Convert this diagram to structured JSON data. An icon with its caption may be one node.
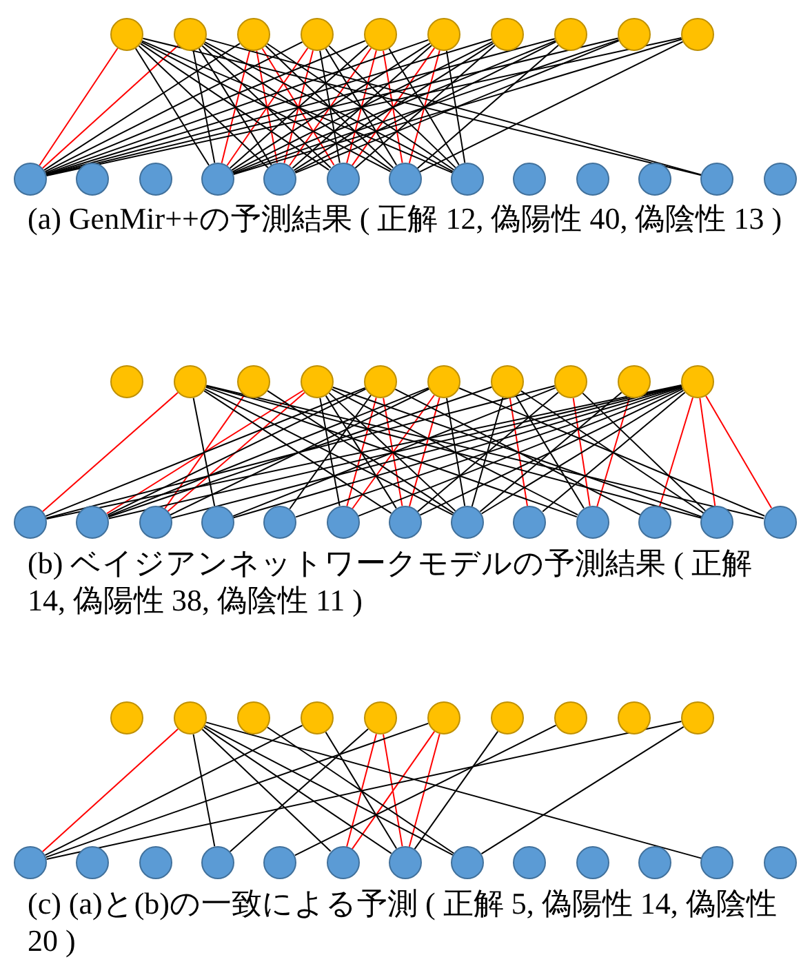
{
  "diagram": {
    "nodes": [
      {
        "text": [],
        "shape": "circle"
      },
      {
        "text": [],
        "shape": "circle"
      },
      {
        "text": [],
        "shape": "circle"
      },
      {
        "text": [],
        "shape": "circle"
      },
      {
        "text": [],
        "shape": "circle"
      },
      {
        "text": [],
        "shape": "circle"
      },
      {
        "text": [],
        "shape": "circle"
      },
      {
        "text": [],
        "shape": "circle"
      },
      {
        "text": [],
        "shape": "circle"
      },
      {
        "text": [],
        "shape": "circle"
      },
      {
        "text": [],
        "shape": "circle"
      },
      {
        "text": [],
        "shape": "circle"
      },
      {
        "text": [],
        "shape": "circle"
      },
      {
        "text": [],
        "shape": "circle"
      },
      {
        "text": [],
        "shape": "circle"
      },
      {
        "text": [],
        "shape": "circle"
      },
      {
        "text": [],
        "shape": "circle"
      },
      {
        "text": [],
        "shape": "circle"
      },
      {
        "text": [],
        "shape": "circle"
      },
      {
        "text": [],
        "shape": "circle"
      },
      {
        "text": [],
        "shape": "circle"
      },
      {
        "text": [],
        "shape": "circle"
      },
      {
        "text": [],
        "shape": "circle"
      },
      {
        "text": [],
        "shape": "circle"
      },
      {
        "text": [],
        "shape": "circle"
      },
      {
        "text": [],
        "shape": "circle"
      },
      {
        "text": [],
        "shape": "circle"
      },
      {
        "text": [],
        "shape": "circle"
      },
      {
        "text": [],
        "shape": "circle"
      },
      {
        "text": [],
        "shape": "circle"
      },
      {
        "text": [],
        "shape": "circle"
      },
      {
        "text": [],
        "shape": "circle"
      },
      {
        "text": [],
        "shape": "circle"
      },
      {
        "text": [],
        "shape": "circle"
      },
      {
        "text": [],
        "shape": "circle"
      },
      {
        "text": [],
        "shape": "circle"
      },
      {
        "text": [],
        "shape": "circle"
      },
      {
        "text": [],
        "shape": "circle"
      },
      {
        "text": [],
        "shape": "circle"
      },
      {
        "text": [],
        "shape": "circle"
      },
      {
        "text": [],
        "shape": "circle"
      },
      {
        "text": [],
        "shape": "circle"
      },
      {
        "text": [],
        "shape": "circle"
      },
      {
        "text": [],
        "shape": "circle"
      },
      {
        "text": [],
        "shape": "circle"
      },
      {
        "text": [],
        "shape": "circle"
      },
      {
        "text": [],
        "shape": "circle"
      },
      {
        "text": [],
        "shape": "circle"
      },
      {
        "text": [],
        "shape": "circle"
      },
      {
        "text": [],
        "shape": "circle"
      },
      {
        "text": [],
        "shape": "circle"
      },
      {
        "text": [],
        "shape": "circle"
      },
      {
        "text": [],
        "shape": "circle"
      },
      {
        "text": [],
        "shape": "circle"
      },
      {
        "text": [],
        "shape": "circle"
      },
      {
        "text": [],
        "shape": "circle"
      },
      {
        "text": [],
        "shape": "circle"
      },
      {
        "text": [],
        "shape": "circle"
      },
      {
        "text": [],
        "shape": "circle"
      },
      {
        "text": [],
        "shape": "circle"
      },
      {
        "text": [],
        "shape": "circle"
      },
      {
        "text": [],
        "shape": "circle"
      },
      {
        "text": [],
        "shape": "circle"
      },
      {
        "text": [],
        "shape": "circle"
      },
      {
        "text": [],
        "shape": "circle"
      },
      {
        "text": [],
        "shape": "circle"
      },
      {
        "text": [],
        "shape": "circle"
      },
      {
        "text": [],
        "shape": "circle"
      },
      {
        "text": [],
        "shape": "circle"
      }
    ],
    "edges": [
      {
        "from": 0,
        "to": 10,
        "arrow": "none",
        "color": "#ff0000"
      },
      {
        "from": 1,
        "to": 10,
        "arrow": "none",
        "color": "#ff0000"
      },
      {
        "from": 2,
        "to": 13,
        "arrow": "none",
        "color": "#ff0000"
      },
      {
        "from": 2,
        "to": 14,
        "arrow": "none",
        "color": "#ff0000"
      },
      {
        "from": 2,
        "to": 15,
        "arrow": "none",
        "color": "#ff0000"
      },
      {
        "from": 3,
        "to": 13,
        "arrow": "none",
        "color": "#ff0000"
      },
      {
        "from": 3,
        "to": 14,
        "arrow": "none",
        "color": "#ff0000"
      },
      {
        "from": 4,
        "to": 14,
        "arrow": "none",
        "color": "#ff0000"
      },
      {
        "from": 4,
        "to": 16,
        "arrow": "none",
        "color": "#ff0000"
      },
      {
        "from": 5,
        "to": 15,
        "arrow": "none",
        "color": "#ff0000"
      },
      {
        "from": 5,
        "to": 16,
        "arrow": "none",
        "color": "#ff0000"
      },
      {
        "from": 4,
        "to": 15,
        "arrow": "none",
        "color": "#ff0000"
      },
      {
        "from": 0,
        "to": 13,
        "arrow": "none"
      },
      {
        "from": 0,
        "to": 14,
        "arrow": "none"
      },
      {
        "from": 0,
        "to": 15,
        "arrow": "none"
      },
      {
        "from": 0,
        "to": 16,
        "arrow": "none"
      },
      {
        "from": 0,
        "to": 17,
        "arrow": "none"
      },
      {
        "from": 0,
        "to": 21,
        "arrow": "none"
      },
      {
        "from": 1,
        "to": 13,
        "arrow": "none"
      },
      {
        "from": 1,
        "to": 14,
        "arrow": "none"
      },
      {
        "from": 1,
        "to": 15,
        "arrow": "none"
      },
      {
        "from": 1,
        "to": 16,
        "arrow": "none"
      },
      {
        "from": 1,
        "to": 17,
        "arrow": "none"
      },
      {
        "from": 1,
        "to": 21,
        "arrow": "none"
      },
      {
        "from": 2,
        "to": 10,
        "arrow": "none"
      },
      {
        "from": 2,
        "to": 16,
        "arrow": "none"
      },
      {
        "from": 2,
        "to": 17,
        "arrow": "none"
      },
      {
        "from": 3,
        "to": 10,
        "arrow": "none"
      },
      {
        "from": 3,
        "to": 15,
        "arrow": "none"
      },
      {
        "from": 3,
        "to": 16,
        "arrow": "none"
      },
      {
        "from": 3,
        "to": 17,
        "arrow": "none"
      },
      {
        "from": 4,
        "to": 10,
        "arrow": "none"
      },
      {
        "from": 4,
        "to": 13,
        "arrow": "none"
      },
      {
        "from": 4,
        "to": 17,
        "arrow": "none"
      },
      {
        "from": 5,
        "to": 10,
        "arrow": "none"
      },
      {
        "from": 5,
        "to": 13,
        "arrow": "none"
      },
      {
        "from": 5,
        "to": 14,
        "arrow": "none"
      },
      {
        "from": 5,
        "to": 17,
        "arrow": "none"
      },
      {
        "from": 6,
        "to": 10,
        "arrow": "none"
      },
      {
        "from": 6,
        "to": 13,
        "arrow": "none"
      },
      {
        "from": 6,
        "to": 14,
        "arrow": "none"
      },
      {
        "from": 6,
        "to": 15,
        "arrow": "none"
      },
      {
        "from": 7,
        "to": 10,
        "arrow": "none"
      },
      {
        "from": 7,
        "to": 13,
        "arrow": "none"
      },
      {
        "from": 7,
        "to": 14,
        "arrow": "none"
      },
      {
        "from": 7,
        "to": 16,
        "arrow": "none"
      },
      {
        "from": 8,
        "to": 10,
        "arrow": "none"
      },
      {
        "from": 8,
        "to": 13,
        "arrow": "none"
      },
      {
        "from": 8,
        "to": 14,
        "arrow": "none"
      },
      {
        "from": 9,
        "to": 10,
        "arrow": "none"
      },
      {
        "from": 9,
        "to": 13,
        "arrow": "none"
      },
      {
        "from": 9,
        "to": 16,
        "arrow": "none"
      },
      {
        "from": 24,
        "to": 33,
        "arrow": "none",
        "color": "#ff0000"
      },
      {
        "from": 25,
        "to": 35,
        "arrow": "none",
        "color": "#ff0000"
      },
      {
        "from": 26,
        "to": 34,
        "arrow": "none",
        "color": "#ff0000"
      },
      {
        "from": 26,
        "to": 35,
        "arrow": "none",
        "color": "#ff0000"
      },
      {
        "from": 27,
        "to": 38,
        "arrow": "none",
        "color": "#ff0000"
      },
      {
        "from": 27,
        "to": 39,
        "arrow": "none",
        "color": "#ff0000"
      },
      {
        "from": 28,
        "to": 38,
        "arrow": "none",
        "color": "#ff0000"
      },
      {
        "from": 28,
        "to": 39,
        "arrow": "none",
        "color": "#ff0000"
      },
      {
        "from": 29,
        "to": 41,
        "arrow": "none",
        "color": "#ff0000"
      },
      {
        "from": 30,
        "to": 42,
        "arrow": "none",
        "color": "#ff0000"
      },
      {
        "from": 31,
        "to": 42,
        "arrow": "none",
        "color": "#ff0000"
      },
      {
        "from": 32,
        "to": 43,
        "arrow": "none",
        "color": "#ff0000"
      },
      {
        "from": 32,
        "to": 44,
        "arrow": "none",
        "color": "#ff0000"
      },
      {
        "from": 32,
        "to": 45,
        "arrow": "none",
        "color": "#ff0000"
      },
      {
        "from": 24,
        "to": 36,
        "arrow": "none"
      },
      {
        "from": 24,
        "to": 39,
        "arrow": "none"
      },
      {
        "from": 24,
        "to": 40,
        "arrow": "none"
      },
      {
        "from": 24,
        "to": 42,
        "arrow": "none"
      },
      {
        "from": 24,
        "to": 44,
        "arrow": "none"
      },
      {
        "from": 24,
        "to": 45,
        "arrow": "none"
      },
      {
        "from": 25,
        "to": 40,
        "arrow": "none"
      },
      {
        "from": 26,
        "to": 38,
        "arrow": "none"
      },
      {
        "from": 26,
        "to": 39,
        "arrow": "none"
      },
      {
        "from": 26,
        "to": 40,
        "arrow": "none"
      },
      {
        "from": 26,
        "to": 42,
        "arrow": "none"
      },
      {
        "from": 26,
        "to": 44,
        "arrow": "none"
      },
      {
        "from": 27,
        "to": 33,
        "arrow": "none"
      },
      {
        "from": 27,
        "to": 34,
        "arrow": "none"
      },
      {
        "from": 27,
        "to": 37,
        "arrow": "none"
      },
      {
        "from": 27,
        "to": 43,
        "arrow": "none"
      },
      {
        "from": 28,
        "to": 34,
        "arrow": "none"
      },
      {
        "from": 28,
        "to": 35,
        "arrow": "none"
      },
      {
        "from": 28,
        "to": 40,
        "arrow": "none"
      },
      {
        "from": 28,
        "to": 45,
        "arrow": "none"
      },
      {
        "from": 29,
        "to": 34,
        "arrow": "none"
      },
      {
        "from": 29,
        "to": 40,
        "arrow": "none"
      },
      {
        "from": 29,
        "to": 42,
        "arrow": "none"
      },
      {
        "from": 29,
        "to": 44,
        "arrow": "none"
      },
      {
        "from": 30,
        "to": 33,
        "arrow": "none"
      },
      {
        "from": 30,
        "to": 36,
        "arrow": "none"
      },
      {
        "from": 30,
        "to": 39,
        "arrow": "none"
      },
      {
        "from": 30,
        "to": 44,
        "arrow": "none"
      },
      {
        "from": 31,
        "to": 40,
        "arrow": "none"
      },
      {
        "from": 32,
        "to": 33,
        "arrow": "none"
      },
      {
        "from": 32,
        "to": 34,
        "arrow": "none"
      },
      {
        "from": 32,
        "to": 35,
        "arrow": "none"
      },
      {
        "from": 32,
        "to": 36,
        "arrow": "none"
      },
      {
        "from": 32,
        "to": 37,
        "arrow": "none"
      },
      {
        "from": 32,
        "to": 38,
        "arrow": "none"
      },
      {
        "from": 32,
        "to": 39,
        "arrow": "none"
      },
      {
        "from": 32,
        "to": 40,
        "arrow": "none"
      },
      {
        "from": 32,
        "to": 41,
        "arrow": "none"
      },
      {
        "from": 47,
        "to": 56,
        "arrow": "none",
        "color": "#ff0000"
      },
      {
        "from": 50,
        "to": 61,
        "arrow": "none",
        "color": "#ff0000"
      },
      {
        "from": 50,
        "to": 62,
        "arrow": "none",
        "color": "#ff0000"
      },
      {
        "from": 51,
        "to": 61,
        "arrow": "none",
        "color": "#ff0000"
      },
      {
        "from": 51,
        "to": 62,
        "arrow": "none",
        "color": "#ff0000"
      },
      {
        "from": 47,
        "to": 59,
        "arrow": "none"
      },
      {
        "from": 47,
        "to": 61,
        "arrow": "none"
      },
      {
        "from": 47,
        "to": 62,
        "arrow": "none"
      },
      {
        "from": 47,
        "to": 63,
        "arrow": "none"
      },
      {
        "from": 47,
        "to": 67,
        "arrow": "none"
      },
      {
        "from": 48,
        "to": 63,
        "arrow": "none"
      },
      {
        "from": 49,
        "to": 56,
        "arrow": "none"
      },
      {
        "from": 49,
        "to": 62,
        "arrow": "none"
      },
      {
        "from": 50,
        "to": 59,
        "arrow": "none"
      },
      {
        "from": 51,
        "to": 56,
        "arrow": "none"
      },
      {
        "from": 52,
        "to": 62,
        "arrow": "none"
      },
      {
        "from": 53,
        "to": 60,
        "arrow": "none"
      },
      {
        "from": 55,
        "to": 56,
        "arrow": "none"
      },
      {
        "from": 55,
        "to": 63,
        "arrow": "none"
      }
    ],
    "labels": [
      "(a) GenMir++の予測結果 ( 正解 12, 偽陽性 40, 偽陰性 13 )",
      "(b)  ベイジアンネットワークモデルの予測結果 ( 正解 14, 偽陽性 38, 偽陰性 11 )",
      "(c) (a)と(b)の一致による予測 ( 正解 5, 偽陽性 14, 偽陰性 20 )"
    ]
  }
}
